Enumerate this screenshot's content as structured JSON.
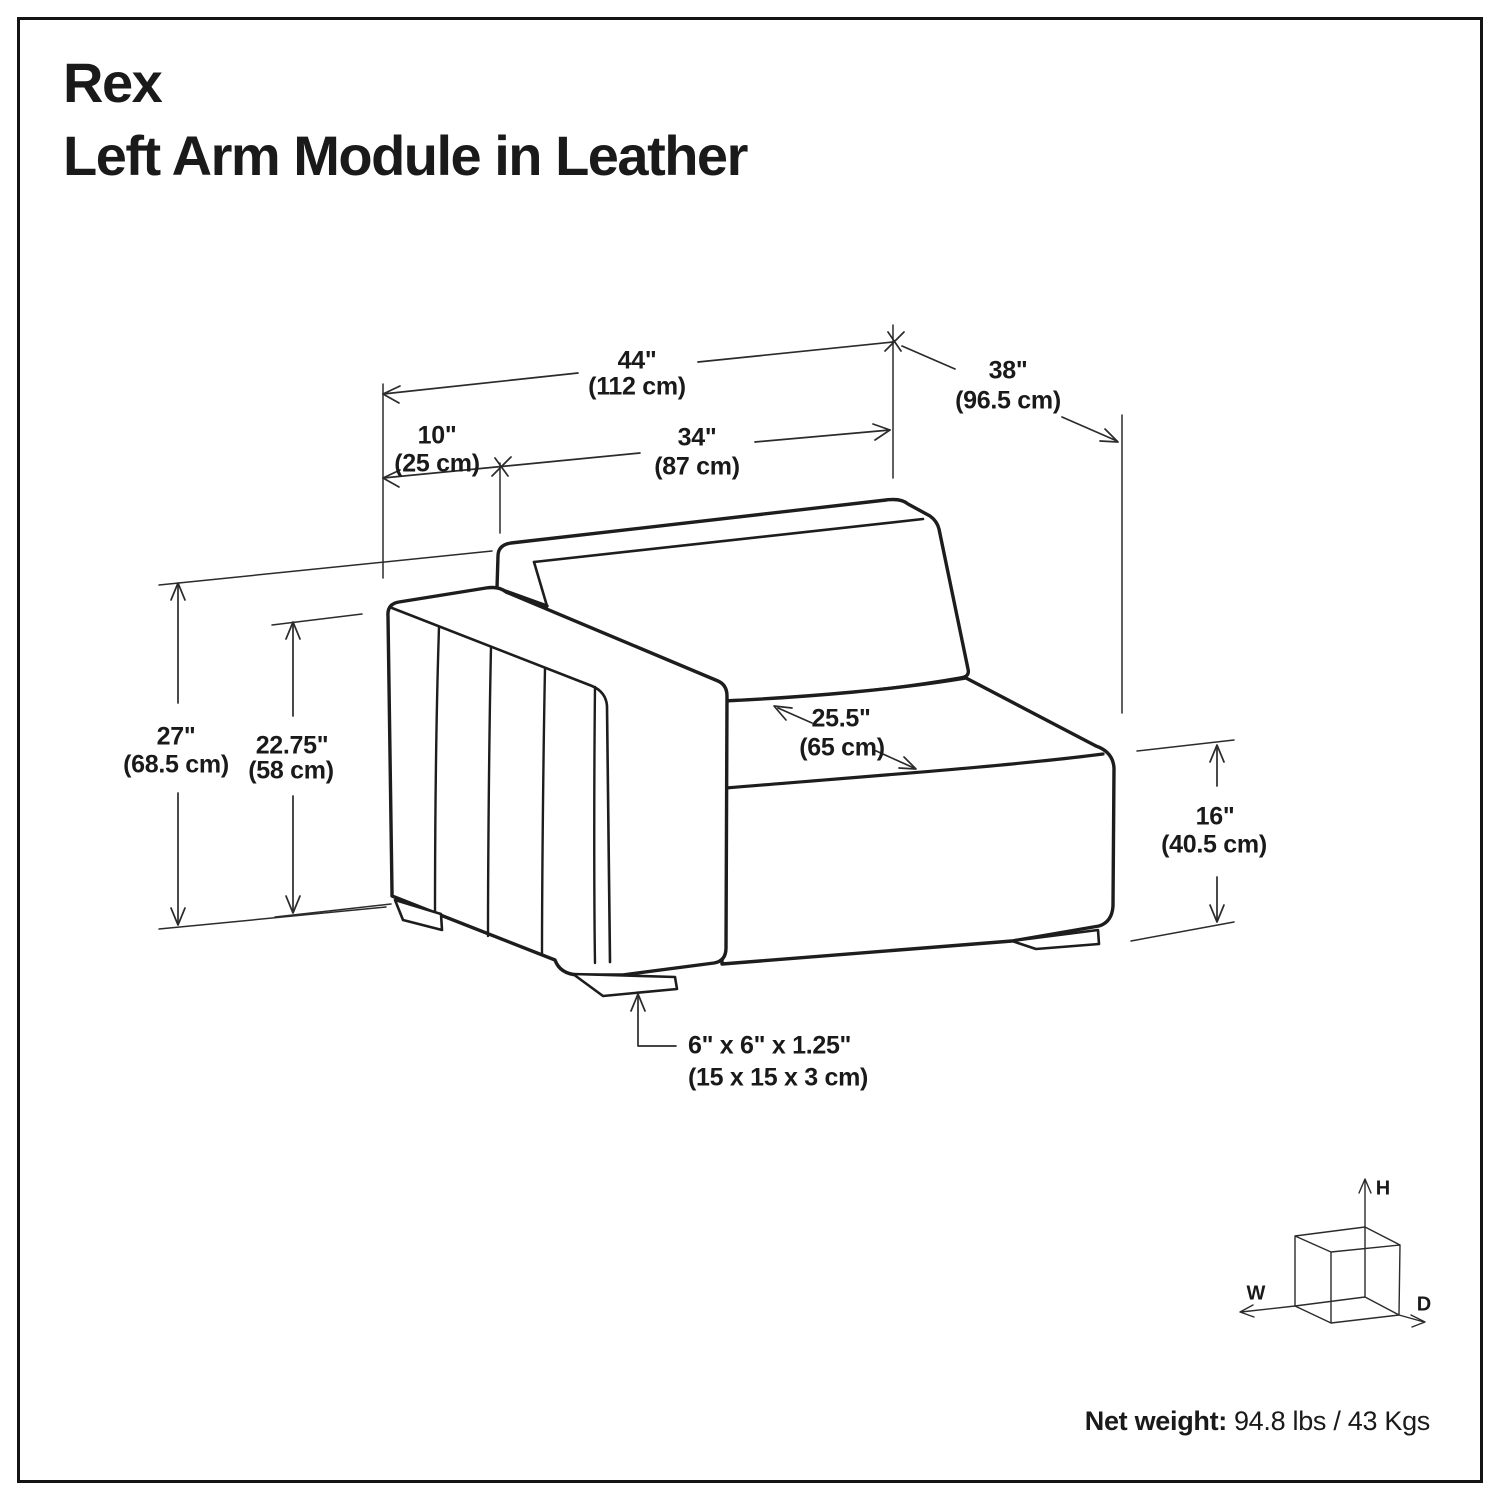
{
  "title": {
    "line1": "Rex",
    "line2": "Left Arm Module in Leather"
  },
  "dimensions": {
    "overall_width": {
      "inches": "44\"",
      "metric": "(112 cm)"
    },
    "overall_depth": {
      "inches": "38\"",
      "metric": "(96.5 cm)"
    },
    "arm_width": {
      "inches": "10\"",
      "metric": "(25 cm)"
    },
    "seat_width": {
      "inches": "34\"",
      "metric": "(87 cm)"
    },
    "overall_height": {
      "inches": "27\"",
      "metric": "(68.5 cm)"
    },
    "arm_height": {
      "inches": "22.75\"",
      "metric": "(58 cm)"
    },
    "seat_depth": {
      "inches": "25.5\"",
      "metric": "(65 cm)"
    },
    "seat_height": {
      "inches": "16\"",
      "metric": "(40.5 cm)"
    },
    "foot_size": {
      "inches": "6\" x 6\" x 1.25\"",
      "metric": "(15 x 15 x 3 cm)"
    }
  },
  "axis_legend": {
    "height": "H",
    "width": "W",
    "depth": "D"
  },
  "net_weight": {
    "label": "Net weight:",
    "value": "94.8 lbs / 43 Kgs"
  },
  "colors": {
    "line": "#1d1d1d",
    "thin_line": "#2b2b2b",
    "background": "#ffffff"
  }
}
